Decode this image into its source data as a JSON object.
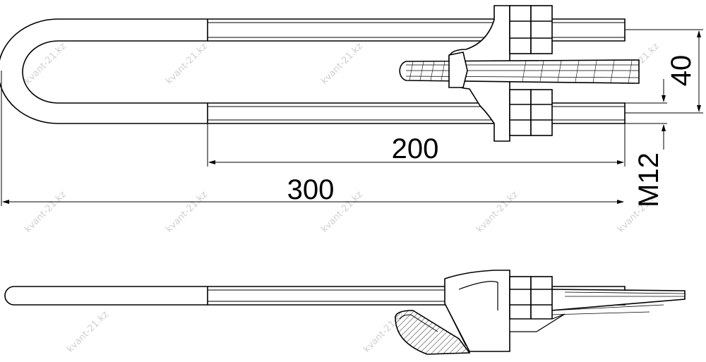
{
  "drawing": {
    "dimensions": {
      "thread_length": "200",
      "overall_length": "300",
      "leg_spacing": "40",
      "thread_size": "M12"
    },
    "watermark": "kvant-21.kz",
    "colors": {
      "line": "#000000",
      "rod_fill": "#ffffff",
      "dim_line": "#000000",
      "watermark": "#d0d0d0"
    }
  }
}
